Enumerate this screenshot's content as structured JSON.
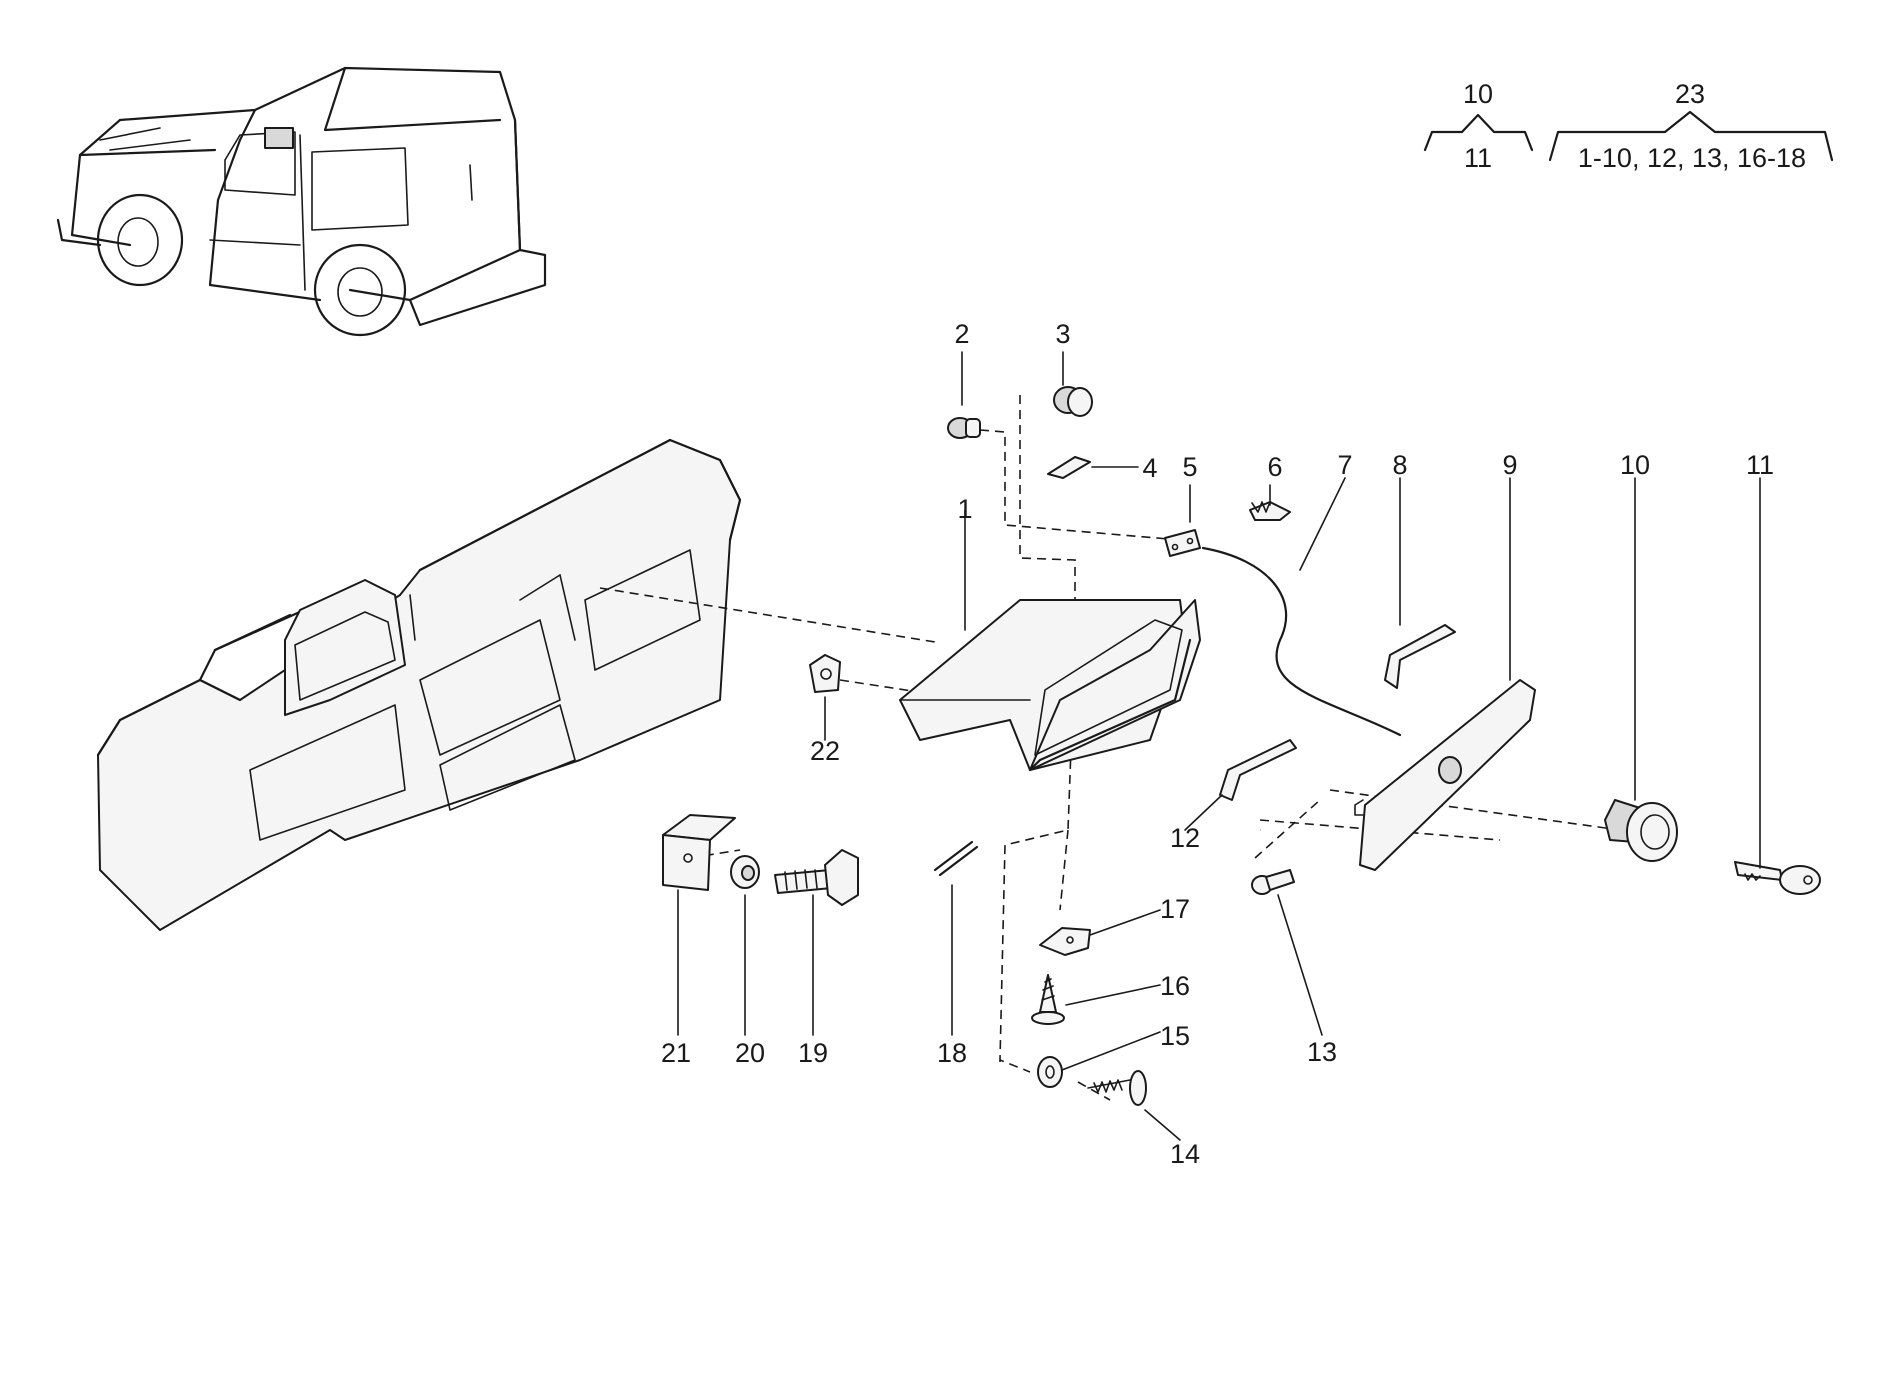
{
  "callouts": {
    "c1": "1",
    "c2": "2",
    "c3": "3",
    "c4": "4",
    "c5": "5",
    "c6": "6",
    "c7": "7",
    "c8": "8",
    "c9": "9",
    "c10": "10",
    "c11": "11",
    "c12": "12",
    "c13": "13",
    "c14": "14",
    "c15": "15",
    "c16": "16",
    "c17": "17",
    "c18": "18",
    "c19": "19",
    "c20": "20",
    "c21": "21",
    "c22": "22"
  },
  "groups": {
    "g10_top": "10",
    "g10_bottom": "11",
    "g23_top": "23",
    "g23_bottom": "1-10, 12, 13, 16-18"
  }
}
